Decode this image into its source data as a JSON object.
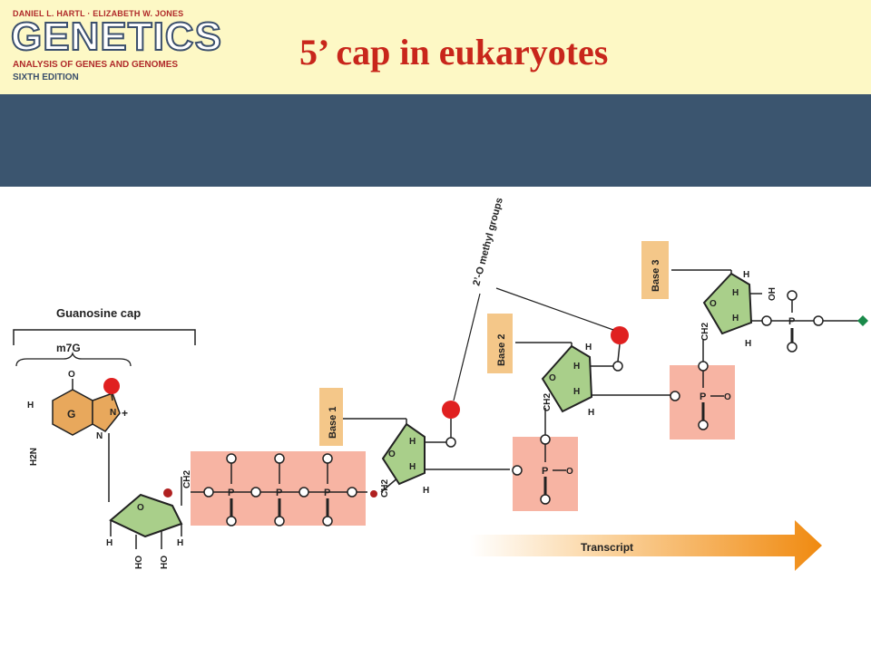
{
  "header": {
    "authors": "DANIEL L. HARTL · ELIZABETH W. JONES",
    "brand": "GENETICS",
    "subtitle": "ANALYSIS OF GENES AND GENOMES",
    "edition": "SIXTH EDITION",
    "title": "5’ cap in eukaryotes"
  },
  "diagram": {
    "guanosine_cap_label": "Guanosine cap",
    "m7g_label": "m7G",
    "methyl_groups_label": "2’-O methyl groups",
    "base_labels": [
      "Base 1",
      "Base 2",
      "Base 3"
    ],
    "transcript_label": "Transcript",
    "atoms": {
      "O": "O",
      "P": "P",
      "N": "N",
      "H": "H",
      "HO": "HO",
      "OH": "OH",
      "CH2": "CH2",
      "H2N": "H2N",
      "G": "G",
      "plus": "+"
    },
    "colors": {
      "phosphate_box": "#f7b4a3",
      "sugar_ring": "#a9cf8a",
      "base_ring": "#e8a85c",
      "methyl_dot": "#e02020",
      "arrow": "#f2931e",
      "label_box": "#f4c789"
    }
  }
}
